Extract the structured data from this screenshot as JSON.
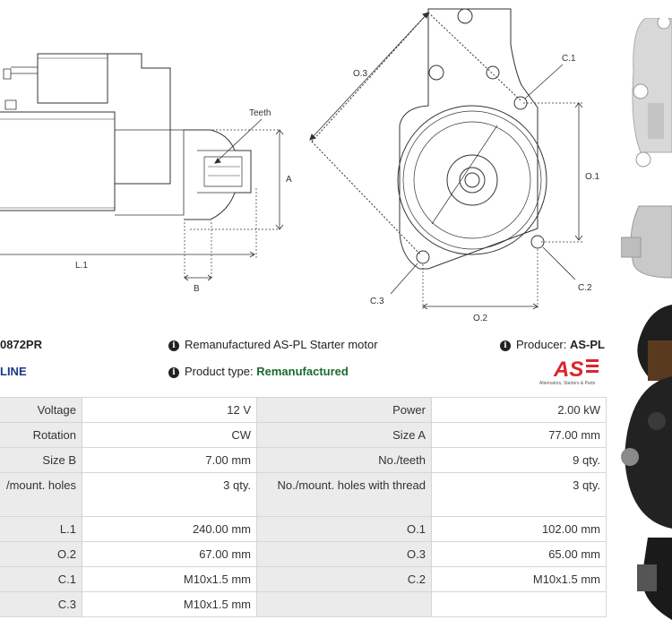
{
  "diagram": {
    "teeth_label": "Teeth",
    "a_label": "A",
    "b_label": "B",
    "l1_label": "L.1",
    "o1_label": "O.1",
    "o2_label": "O.2",
    "o3_label": "O.3",
    "c1_label": "C.1",
    "c2_label": "C.2",
    "c3_label": "C.3"
  },
  "header": {
    "part_number": "0872PR",
    "brand_fragment": "LINE",
    "description": "Remanufactured AS-PL Starter motor",
    "producer_label": "Producer:",
    "producer_value": "AS-PL",
    "product_type_label": "Product type:",
    "product_type_value": "Remanufactured",
    "logo_text": "AS",
    "logo_tagline": "Alternators, Starters & Parts"
  },
  "specs": {
    "rows": [
      {
        "k1": "Voltage",
        "v1": "12 V",
        "k2": "Power",
        "v2": "2.00 kW"
      },
      {
        "k1": "Rotation",
        "v1": "CW",
        "k2": "Size A",
        "v2": "77.00 mm"
      },
      {
        "k1": "Size B",
        "v1": "7.00 mm",
        "k2": "No./teeth",
        "v2": "9 qty."
      },
      {
        "k1": "/mount. holes",
        "v1": "3 qty.",
        "k2": "No./mount. holes with thread",
        "v2": "3 qty."
      },
      {
        "k1": "L.1",
        "v1": "240.00 mm",
        "k2": "O.1",
        "v2": "102.00 mm"
      },
      {
        "k1": "O.2",
        "v1": "67.00 mm",
        "k2": "O.3",
        "v2": "65.00 mm"
      },
      {
        "k1": "C.1",
        "v1": "M10x1.5 mm",
        "k2": "C.2",
        "v2": "M10x1.5 mm"
      },
      {
        "k1": "C.3",
        "v1": "M10x1.5 mm",
        "k2": "",
        "v2": ""
      }
    ]
  },
  "colors": {
    "accent_green": "#1a6b2c",
    "logo_red": "#d9262e",
    "brand_blue": "#1a3a8a"
  },
  "icons": [
    "info-icon"
  ]
}
